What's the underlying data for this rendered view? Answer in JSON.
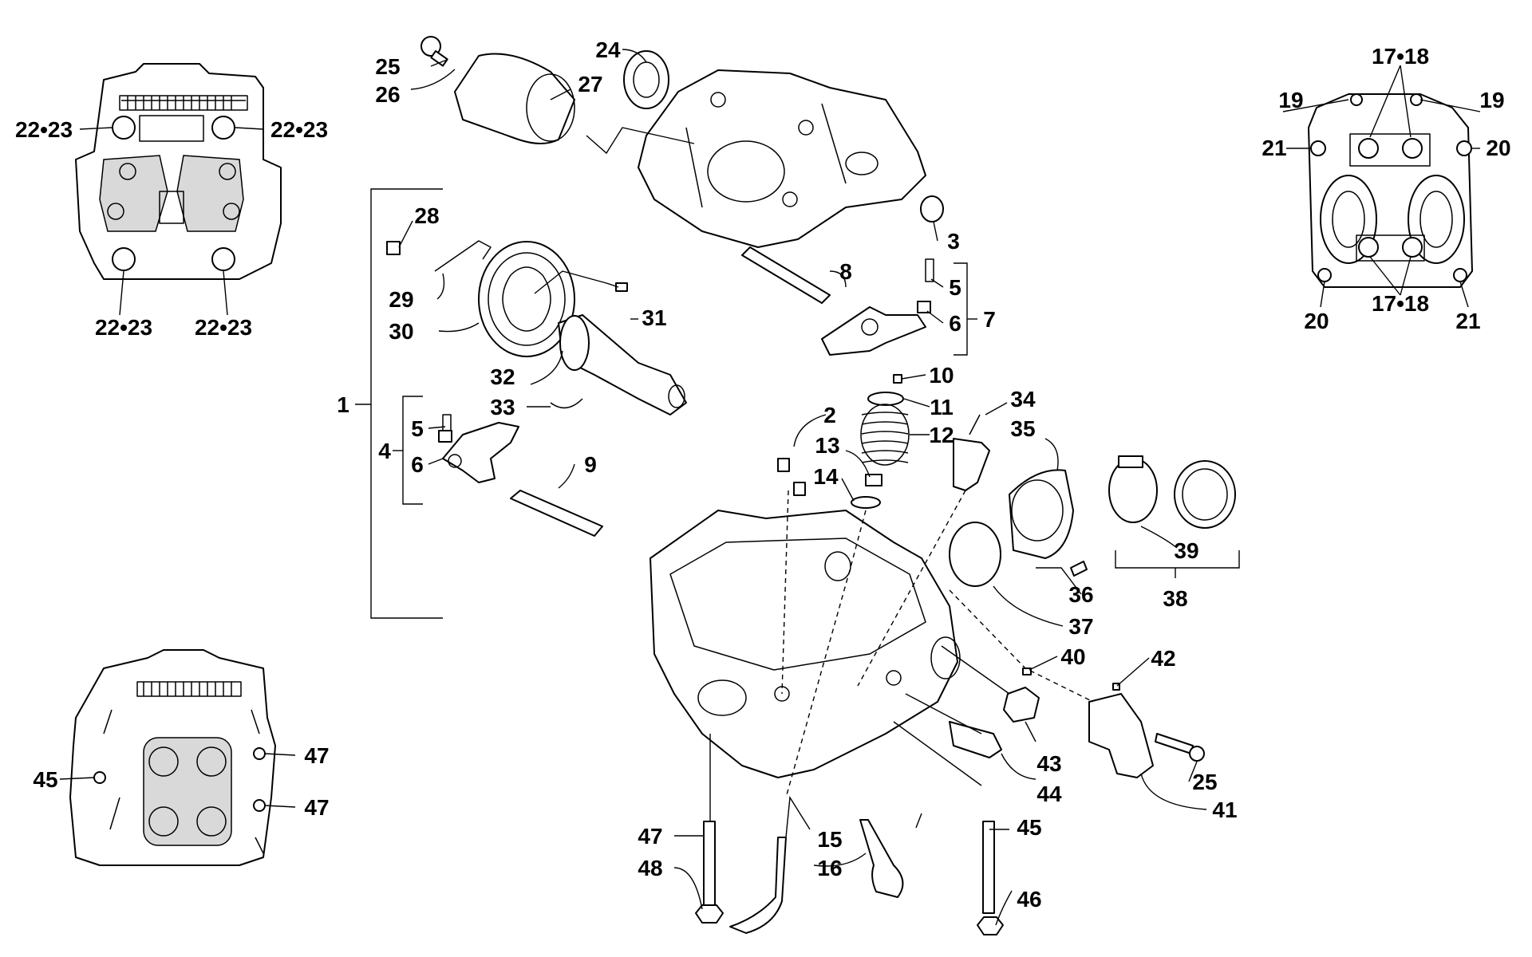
{
  "callouts": [
    {
      "id": "c1",
      "text": "1"
    },
    {
      "id": "c2",
      "text": "2"
    },
    {
      "id": "c3",
      "text": "3"
    },
    {
      "id": "c4",
      "text": "4"
    },
    {
      "id": "c5a",
      "text": "5"
    },
    {
      "id": "c5b",
      "text": "5"
    },
    {
      "id": "c6a",
      "text": "6"
    },
    {
      "id": "c6b",
      "text": "6"
    },
    {
      "id": "c7",
      "text": "7"
    },
    {
      "id": "c8",
      "text": "8"
    },
    {
      "id": "c9",
      "text": "9"
    },
    {
      "id": "c10",
      "text": "10"
    },
    {
      "id": "c11",
      "text": "11"
    },
    {
      "id": "c12",
      "text": "12"
    },
    {
      "id": "c13",
      "text": "13"
    },
    {
      "id": "c14",
      "text": "14"
    },
    {
      "id": "c15",
      "text": "15"
    },
    {
      "id": "c16",
      "text": "16"
    },
    {
      "id": "c1718a",
      "text": "17•18"
    },
    {
      "id": "c1718b",
      "text": "17•18"
    },
    {
      "id": "c19a",
      "text": "19"
    },
    {
      "id": "c19b",
      "text": "19"
    },
    {
      "id": "c20a",
      "text": "20"
    },
    {
      "id": "c20b",
      "text": "20"
    },
    {
      "id": "c21a",
      "text": "21"
    },
    {
      "id": "c21b",
      "text": "21"
    },
    {
      "id": "c2223a",
      "text": "22•23"
    },
    {
      "id": "c2223b",
      "text": "22•23"
    },
    {
      "id": "c2223c",
      "text": "22•23"
    },
    {
      "id": "c2223d",
      "text": "22•23"
    },
    {
      "id": "c24",
      "text": "24"
    },
    {
      "id": "c25a",
      "text": "25"
    },
    {
      "id": "c25b",
      "text": "25"
    },
    {
      "id": "c26",
      "text": "26"
    },
    {
      "id": "c27",
      "text": "27"
    },
    {
      "id": "c28",
      "text": "28"
    },
    {
      "id": "c29",
      "text": "29"
    },
    {
      "id": "c30",
      "text": "30"
    },
    {
      "id": "c31",
      "text": "31"
    },
    {
      "id": "c32",
      "text": "32"
    },
    {
      "id": "c33",
      "text": "33"
    },
    {
      "id": "c34",
      "text": "34"
    },
    {
      "id": "c35",
      "text": "35"
    },
    {
      "id": "c36",
      "text": "36"
    },
    {
      "id": "c37",
      "text": "37"
    },
    {
      "id": "c38",
      "text": "38"
    },
    {
      "id": "c39",
      "text": "39"
    },
    {
      "id": "c40",
      "text": "40"
    },
    {
      "id": "c41",
      "text": "41"
    },
    {
      "id": "c42",
      "text": "42"
    },
    {
      "id": "c43",
      "text": "43"
    },
    {
      "id": "c44",
      "text": "44"
    },
    {
      "id": "c45a",
      "text": "45"
    },
    {
      "id": "c45b",
      "text": "45"
    },
    {
      "id": "c46",
      "text": "46"
    },
    {
      "id": "c47a",
      "text": "47"
    },
    {
      "id": "c47b",
      "text": "47"
    },
    {
      "id": "c47c",
      "text": "47"
    },
    {
      "id": "c48",
      "text": "48"
    }
  ]
}
